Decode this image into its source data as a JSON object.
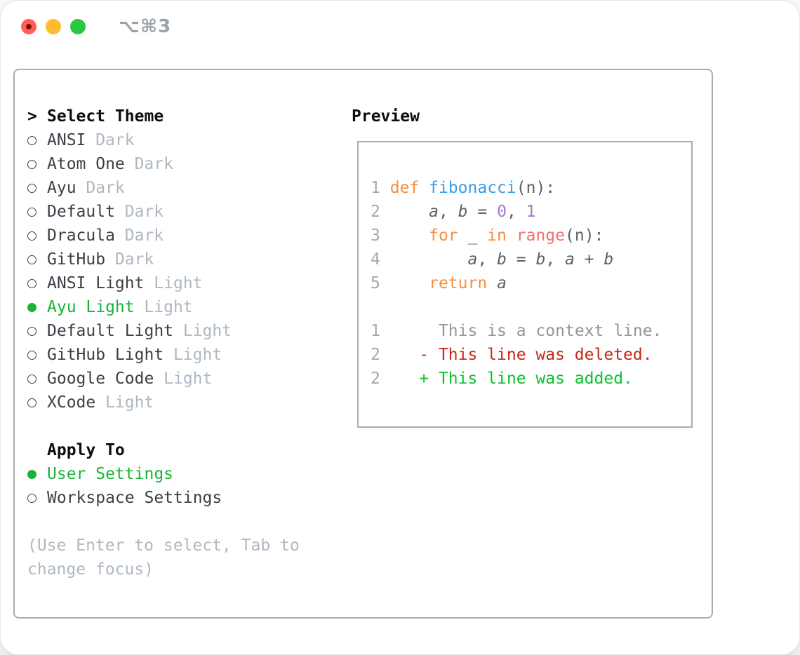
{
  "window": {
    "title": "⌥⌘3",
    "traffic_lights": [
      "close",
      "minimize",
      "zoom"
    ]
  },
  "theme_list": {
    "header_marker": ">",
    "header_label": "Select Theme",
    "items": [
      {
        "label": "ANSI",
        "tag": "Dark",
        "selected": false
      },
      {
        "label": "Atom One",
        "tag": "Dark",
        "selected": false
      },
      {
        "label": "Ayu",
        "tag": "Dark",
        "selected": false
      },
      {
        "label": "Default",
        "tag": "Dark",
        "selected": false
      },
      {
        "label": "Dracula",
        "tag": "Dark",
        "selected": false
      },
      {
        "label": "GitHub",
        "tag": "Dark",
        "selected": false
      },
      {
        "label": "ANSI Light",
        "tag": "Light",
        "selected": false
      },
      {
        "label": "Ayu Light",
        "tag": "Light",
        "selected": true
      },
      {
        "label": "Default Light",
        "tag": "Light",
        "selected": false
      },
      {
        "label": "GitHub Light",
        "tag": "Light",
        "selected": false
      },
      {
        "label": "Google Code",
        "tag": "Light",
        "selected": false
      },
      {
        "label": "XCode",
        "tag": "Light",
        "selected": false
      }
    ]
  },
  "apply_to": {
    "header": "Apply To",
    "options": [
      {
        "label": "User Settings",
        "selected": true
      },
      {
        "label": "Workspace Settings",
        "selected": false
      }
    ]
  },
  "hint": "(Use Enter to select, Tab to change focus)",
  "preview": {
    "header": "Preview",
    "lines": [
      [
        {
          "t": "1",
          "c": "gut"
        },
        {
          "t": " ",
          "c": "pln"
        },
        {
          "t": "def",
          "c": "kw"
        },
        {
          "t": " ",
          "c": "pln"
        },
        {
          "t": "fibonacci",
          "c": "fn"
        },
        {
          "t": "(n):",
          "c": "pln"
        }
      ],
      [
        {
          "t": "2",
          "c": "gut"
        },
        {
          "t": "     ",
          "c": "pln"
        },
        {
          "t": "a",
          "c": "var"
        },
        {
          "t": ", ",
          "c": "pln"
        },
        {
          "t": "b",
          "c": "var"
        },
        {
          "t": " = ",
          "c": "pln"
        },
        {
          "t": "0",
          "c": "num"
        },
        {
          "t": ", ",
          "c": "pln"
        },
        {
          "t": "1",
          "c": "num"
        }
      ],
      [
        {
          "t": "3",
          "c": "gut"
        },
        {
          "t": "     ",
          "c": "pln"
        },
        {
          "t": "for",
          "c": "kw"
        },
        {
          "t": " _ ",
          "c": "pln"
        },
        {
          "t": "in",
          "c": "kw"
        },
        {
          "t": " ",
          "c": "pln"
        },
        {
          "t": "range",
          "c": "rng"
        },
        {
          "t": "(n):",
          "c": "pln"
        }
      ],
      [
        {
          "t": "4",
          "c": "gut"
        },
        {
          "t": "         ",
          "c": "pln"
        },
        {
          "t": "a",
          "c": "var"
        },
        {
          "t": ", ",
          "c": "pln"
        },
        {
          "t": "b",
          "c": "var"
        },
        {
          "t": " = ",
          "c": "pln"
        },
        {
          "t": "b",
          "c": "var"
        },
        {
          "t": ", ",
          "c": "pln"
        },
        {
          "t": "a",
          "c": "var"
        },
        {
          "t": " + ",
          "c": "pln"
        },
        {
          "t": "b",
          "c": "var"
        }
      ],
      [
        {
          "t": "5",
          "c": "gut"
        },
        {
          "t": "     ",
          "c": "pln"
        },
        {
          "t": "return",
          "c": "kw"
        },
        {
          "t": " ",
          "c": "pln"
        },
        {
          "t": "a",
          "c": "var"
        }
      ],
      [],
      [
        {
          "t": "1",
          "c": "gut"
        },
        {
          "t": "      ",
          "c": "pln"
        },
        {
          "t": "This is a context line.",
          "c": "ctx"
        }
      ],
      [
        {
          "t": "2",
          "c": "gut"
        },
        {
          "t": "    ",
          "c": "pln"
        },
        {
          "t": "- This line was deleted.",
          "c": "del"
        }
      ],
      [
        {
          "t": "2",
          "c": "gut"
        },
        {
          "t": "    ",
          "c": "pln"
        },
        {
          "t": "+ This line was added.",
          "c": "add"
        }
      ]
    ]
  },
  "colors": {
    "tlClose": "#ff5f57",
    "tlCloseDot": "#7e0e08",
    "tlMin": "#febc2e",
    "tlZoom": "#28c840",
    "titleGray": "#9aa1a8",
    "frame": "#a6adb6",
    "headerText": "#0b0d0f",
    "itemText": "#3c4148",
    "muted": "#aeb8c2",
    "green": "#1ab337",
    "codeFg": "#5c6166",
    "gutter": "#9fa9b3",
    "kw": "#fa8d3e",
    "fn": "#399ee6",
    "numLit": "#a37acc",
    "coral": "#f07171",
    "ctx": "#8f969e",
    "del": "#cb2717",
    "add": "#0bc32a"
  }
}
